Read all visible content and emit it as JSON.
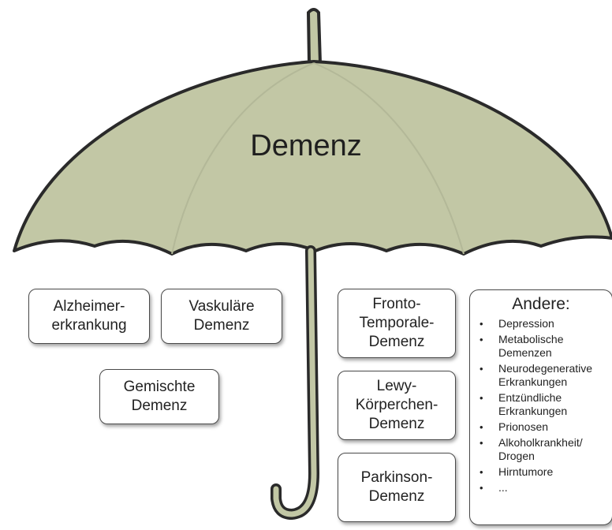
{
  "diagram": {
    "title": "Demenz",
    "colors": {
      "canopy_fill": "#c2c7a5",
      "outline": "#2a2a2a",
      "box_border": "#4a4a4a"
    },
    "boxes": [
      {
        "id": "alzheimer",
        "label": "Alzheimer-\nerkrankung"
      },
      {
        "id": "vaskulaere",
        "label": "Vaskuläre\nDemenz"
      },
      {
        "id": "gemischte",
        "label": "Gemischte\nDemenz"
      },
      {
        "id": "fronto",
        "label": "Fronto-\nTemporale-\nDemenz"
      },
      {
        "id": "lewy",
        "label": "Lewy-\nKörperchen-\nDemenz"
      },
      {
        "id": "parkinson",
        "label": "Parkinson-\nDemenz"
      }
    ],
    "andere": {
      "title": "Andere:",
      "items": [
        "Depression",
        "Metabolische\nDemenzen",
        "Neurodegenerative\nErkrankungen",
        "Entzündliche\nErkrankungen",
        "Prionosen",
        "Alkoholkrankheit/\nDrogen",
        "Hirntumore",
        "..."
      ]
    }
  }
}
